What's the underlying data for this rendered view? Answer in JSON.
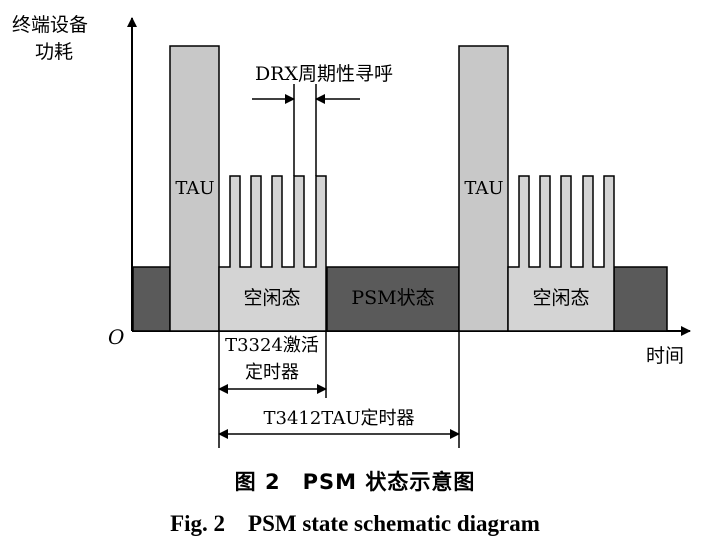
{
  "diagram": {
    "y_axis_label": [
      "终端设备",
      "功耗"
    ],
    "x_axis_label": "时间",
    "origin_label": "O",
    "tau_label": "TAU",
    "idle_label": "空闲态",
    "psm_label": "PSM状态",
    "drx_label": "DRX周期性寻呼",
    "t3324_label": [
      "T3324激活",
      "定时器"
    ],
    "t3412_label": "T3412TAU定时器",
    "colors": {
      "psm_fill": "#5a5a5a",
      "tau_fill": "#c8c8c8",
      "idle_fill": "#d4d4d4",
      "stroke": "#000000"
    }
  },
  "caption": {
    "cn": "图 2　PSM 状态示意图",
    "en": "Fig. 2　PSM state schematic diagram"
  }
}
